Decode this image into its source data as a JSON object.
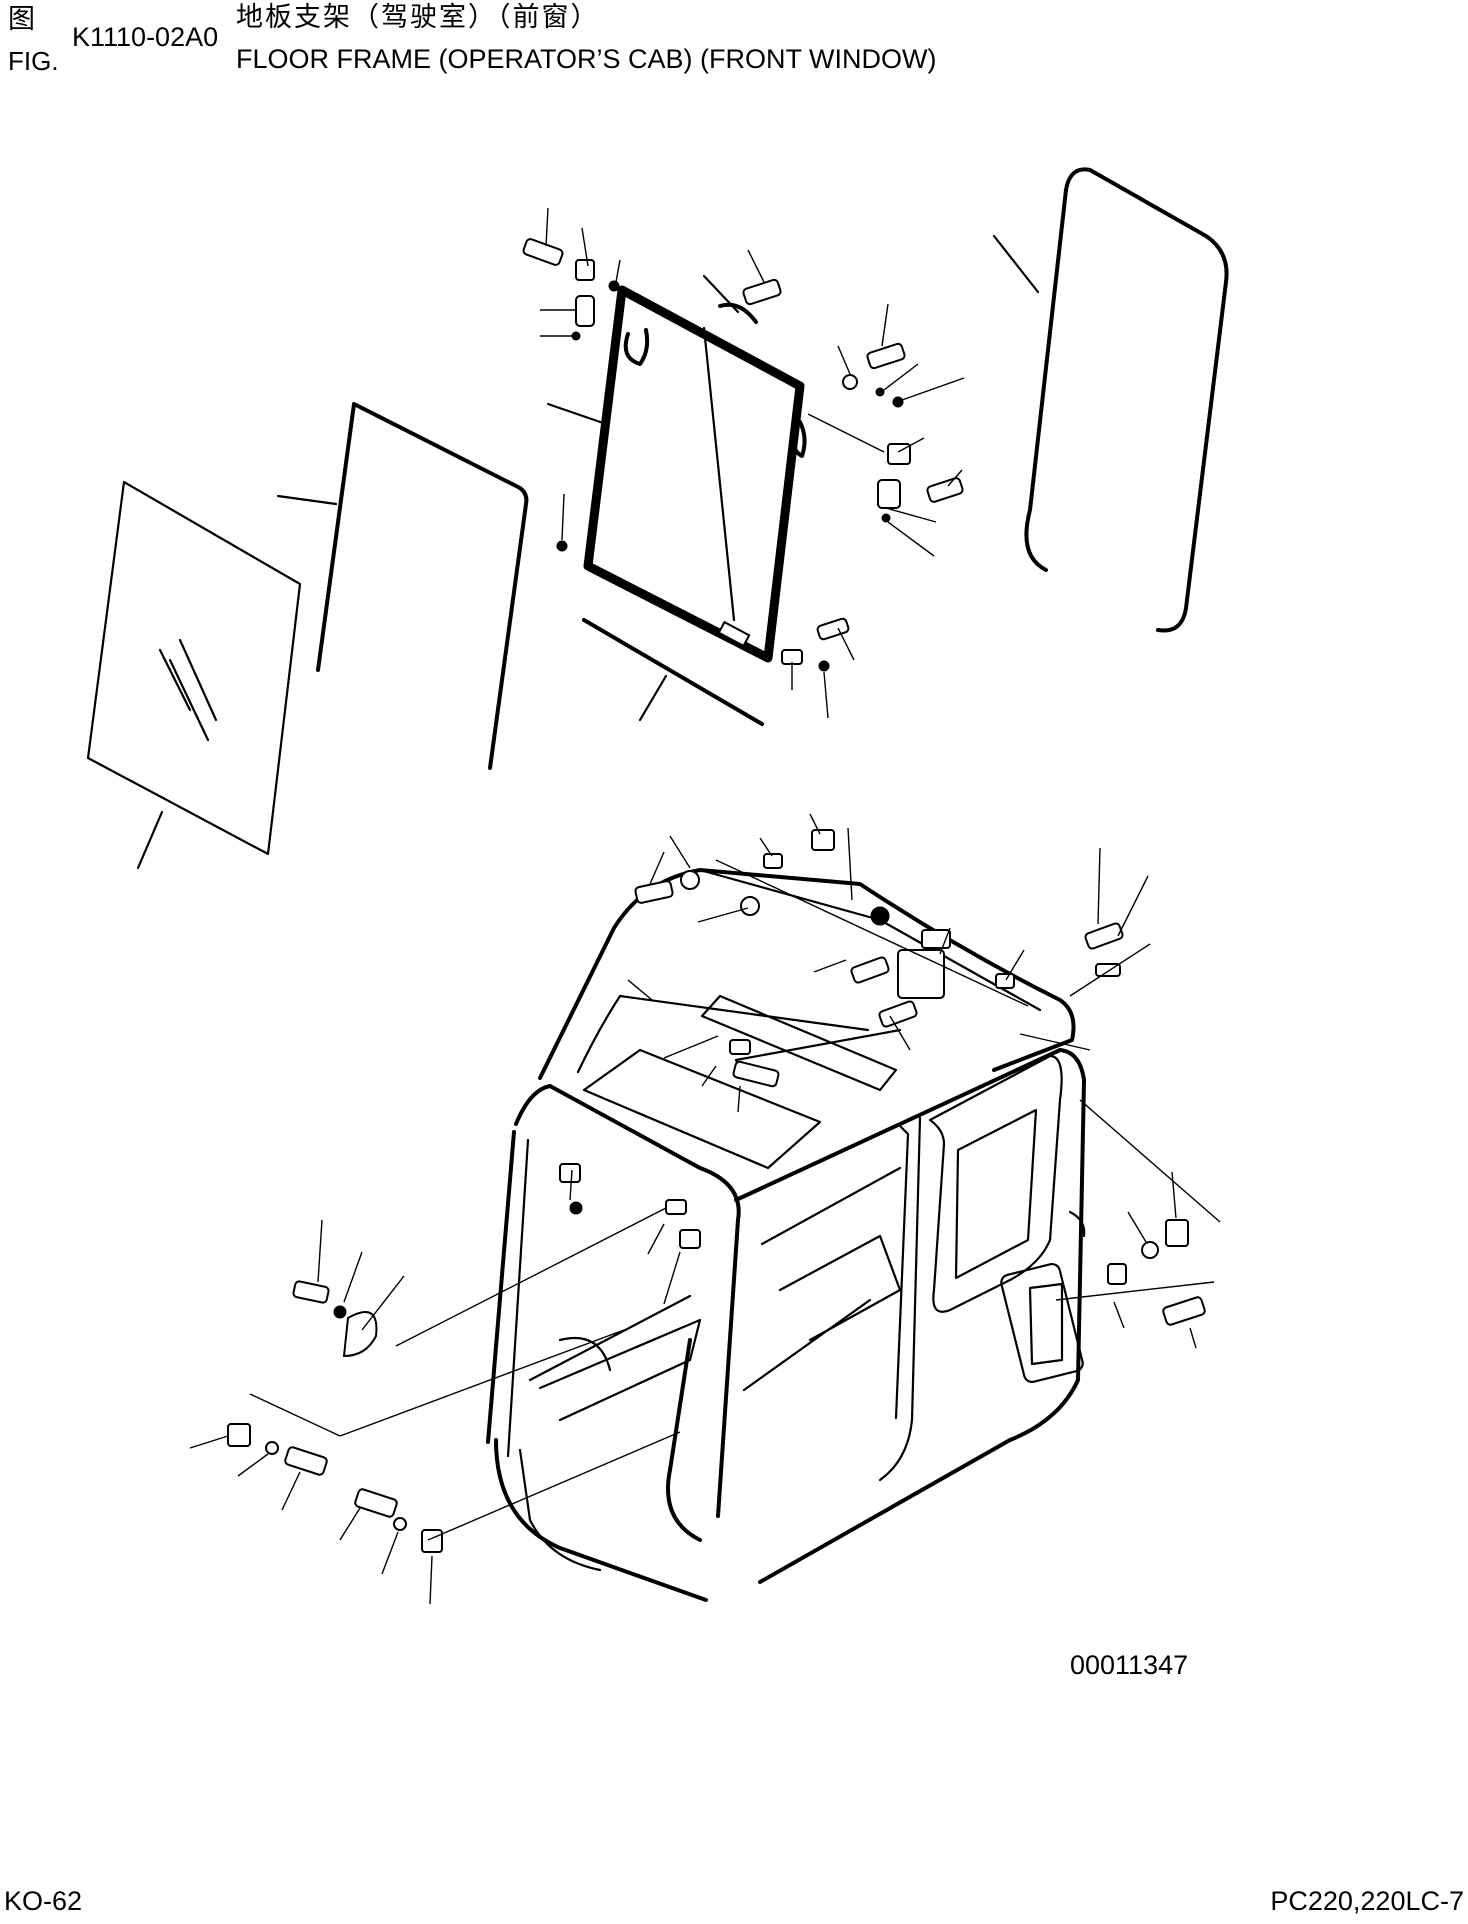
{
  "header": {
    "fig_label_cn": "图",
    "fig_label_en": "FIG.",
    "fig_code": "K1110-02A0",
    "title_cn": "地板支架（驾驶室）（前窗）",
    "title_en": "FLOOR FRAME (OPERATOR’S CAB) (FRONT WINDOW)"
  },
  "diagram": {
    "reference_number": "00011347"
  },
  "footer": {
    "page_number": "KO-62",
    "model": "PC220,220LC-7"
  }
}
